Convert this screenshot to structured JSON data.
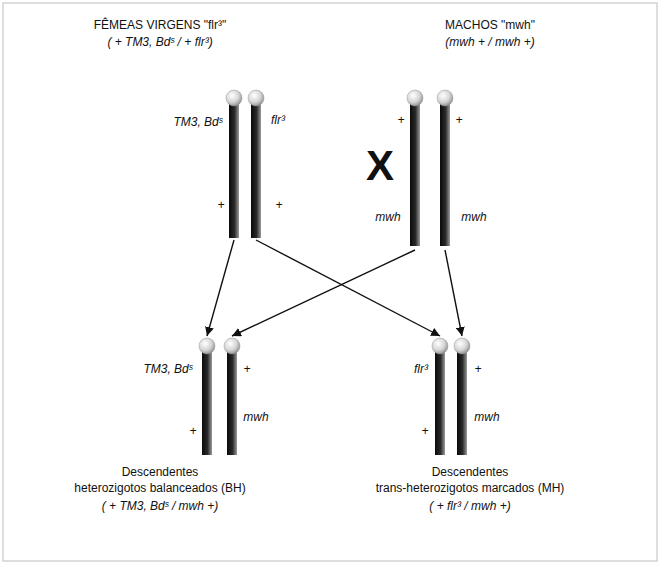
{
  "diagram": {
    "nodes": [
      {
        "text": [
          "FÊMEAS VIRGENS \"flr³\"",
          "( + TM3, Bdˢ / + flr³)"
        ]
      },
      {
        "text": [
          "MACHOS \"mwh\"",
          "(mwh + / mwh +)"
        ]
      },
      {
        "text": [
          "Descendentes",
          "heterozigotos balanceados (BH)",
          "( + TM3, Bdˢ / mwh +)"
        ]
      },
      {
        "text": [
          "Descendentes",
          "trans-heterozigotos marcados (MH)",
          "( + flr³ / mwh +)"
        ]
      }
    ],
    "edges": [
      {
        "from": 0,
        "to": 2,
        "arrow": "to"
      },
      {
        "from": 0,
        "to": 3,
        "arrow": "to"
      },
      {
        "from": 1,
        "to": 2,
        "arrow": "to"
      },
      {
        "from": 1,
        "to": 3,
        "arrow": "to"
      }
    ],
    "labels": [
      "X",
      "TM3, Bdˢ",
      "flr³",
      "+",
      "+",
      "+",
      "+",
      "mwh",
      "mwh",
      "TM3, Bdˢ",
      "+",
      "+",
      "mwh",
      "flr³",
      "+",
      "+",
      "mwh"
    ]
  }
}
